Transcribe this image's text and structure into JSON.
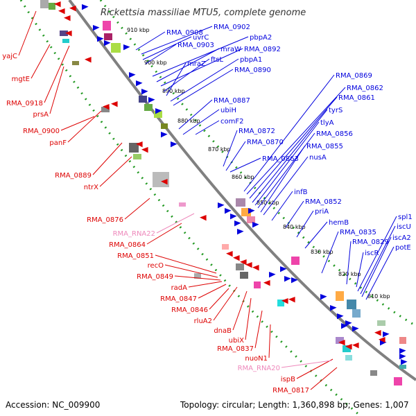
{
  "title": "Rickettsia massiliae MTU5, complete genome",
  "footer": {
    "accession": "Accession: NC_009900",
    "summary": "Topology: circular; Length: 1,360,898 bp; Genes: 1,007"
  },
  "colors": {
    "forward": "#0000dd",
    "reverse": "#dd0000",
    "rna": "#ee88bb",
    "backbone": "#888888",
    "dots": "#229922"
  },
  "kbp_ticks": [
    "910 kbp",
    "900 kbp",
    "890 kbp",
    "880 kbp",
    "870 kbp",
    "860 kbp",
    "850 kbp",
    "840 kbp",
    "830 kbp",
    "820 kbp",
    "810 kbp"
  ],
  "labels_forward": [
    "RMA_0908",
    "RMA_0902",
    "uvrC",
    "RMA_0903",
    "pbpA2",
    "mraW",
    "RMA_0892",
    "ftsL",
    "mraZ",
    "pbpA1",
    "RMA_0890",
    "RMA_0887",
    "ubiH",
    "comF2",
    "RMA_0872",
    "RMA_0870",
    "RMA_0869",
    "RMA_0862",
    "RMA_0861",
    "tyrS",
    "tlyA",
    "RMA_0856",
    "RMA_0855",
    "nusA",
    "RMA_0863",
    "infB",
    "RMA_0852",
    "priA",
    "hemB",
    "RMA_0835",
    "RMA_0829",
    "iscR",
    "spl1",
    "iscU",
    "iscA2",
    "potE"
  ],
  "labels_reverse": [
    "yajC",
    "mgtE",
    "RMA_0918",
    "prsA",
    "RMA_0900",
    "panF",
    "RMA_0889",
    "ntrX",
    "RMA_0876",
    "RMA_0864",
    "RMA_0851",
    "recO",
    "RMA_0849",
    "radA",
    "RMA_0847",
    "RMA_0846",
    "rluA2",
    "dnaB",
    "ubiX",
    "RMA_0837",
    "nuoN1",
    "ispB",
    "RMA_0817"
  ],
  "labels_rna": [
    "RMA_RNA22",
    "RMA_RNA20"
  ]
}
